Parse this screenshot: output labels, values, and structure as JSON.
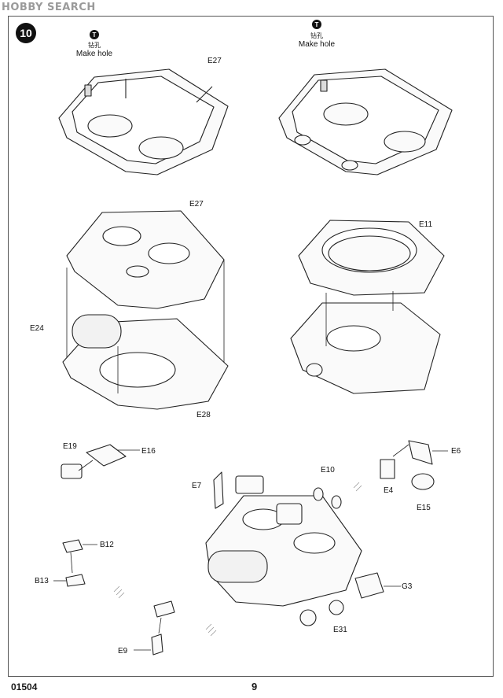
{
  "watermark": "HOBBY SEARCH",
  "step": "10",
  "notes": {
    "left": {
      "cn": "钻孔",
      "en": "Make hole"
    },
    "right": {
      "cn": "钻孔",
      "en": "Make hole"
    }
  },
  "parts": {
    "e27_top": "E27",
    "e27_mid": "E27",
    "e11": "E11",
    "e24": "E24",
    "e28": "E28",
    "e19": "E19",
    "e16": "E16",
    "e6": "E6",
    "e4": "E4",
    "e15": "E15",
    "e7": "E7",
    "e10": "E10",
    "b12": "B12",
    "b13": "B13",
    "g3": "G3",
    "e31": "E31",
    "e9": "E9"
  },
  "footer": {
    "code": "01504",
    "page": "9"
  }
}
